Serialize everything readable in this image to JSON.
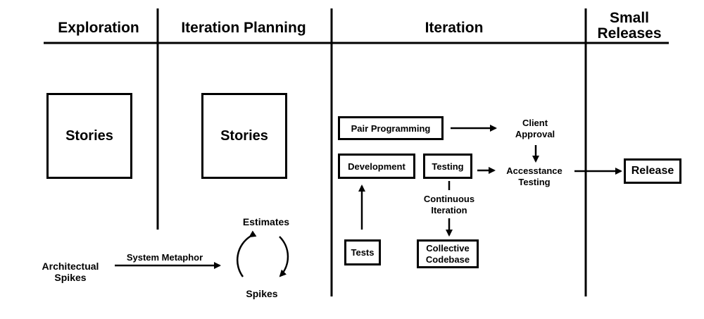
{
  "phases": {
    "exploration": "Exploration",
    "iteration_planning": "Iteration Planning",
    "iteration": "Iteration",
    "small_releases_line1": "Small",
    "small_releases_line2": "Releases"
  },
  "exploration": {
    "stories": "Stories",
    "architectual_spikes_line1": "Architectual",
    "architectual_spikes_line2": "Spikes",
    "system_metaphor": "System Metaphor"
  },
  "iteration_planning": {
    "stories": "Stories",
    "estimates": "Estimates",
    "spikes": "Spikes"
  },
  "iteration": {
    "pair_programming": "Pair Programming",
    "development": "Development",
    "testing": "Testing",
    "tests": "Tests",
    "continuous_iteration_line1": "Continuous",
    "continuous_iteration_line2": "Iteration",
    "collective_codebase_line1": "Collective",
    "collective_codebase_line2": "Codebase",
    "client_approval_line1": "Client",
    "client_approval_line2": "Approval",
    "acceptance_testing_line1": "Accesstance",
    "acceptance_testing_line2": "Testing"
  },
  "small_releases": {
    "release": "Release"
  }
}
